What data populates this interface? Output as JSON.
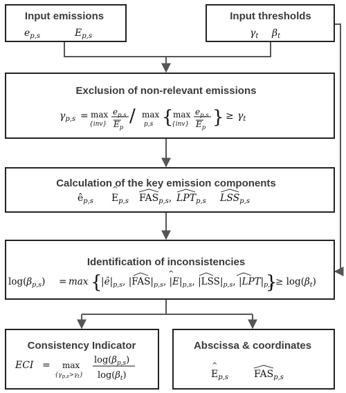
{
  "colors": {
    "box_border": "#222222",
    "arrow": "#555555",
    "title_text": "#3a3a3a",
    "math_text": "#111111",
    "background": "#ffffff"
  },
  "input_emissions": {
    "title": "Input emissions",
    "formula": "e_{p,s}     E_{p,s}"
  },
  "input_thresholds": {
    "title": "Input thresholds",
    "formula": "γ_t     β_t"
  },
  "exclusion": {
    "title": "Exclusion of non-relevant emissions",
    "formula": "γ_{p,s} = max_{inv} (e_{p,s}/E̅_p) / max_{p,s} { max_{inv} (e_{p,s}/E̅_p) } ≥ γ_t"
  },
  "calculation": {
    "title": "Calculation of the key emission components",
    "formula": "ê_{p,s}   Ê_{p,s}   FÂS_{p,s}, LP̂T_{p,s}   LŜS_{p,s}"
  },
  "identification": {
    "title": "Identification of inconsistencies",
    "formula": "log(β_{p,s}) = max{ |ê|_{p,s}, |FÂS|_{p,s}, |Ê|_{p,s}, |LŜS|_{p,s}, |LP̂T|_{p,s} } ≥ log(β_t)"
  },
  "consistency": {
    "title": "Consistency Indicator",
    "formula": "ECI = max_{γ_{p,s} > γ_t} log(β_{p,s}) / log(β_t)"
  },
  "abscissa": {
    "title": "Abscissa & coordinates",
    "formula": "Ê_{p,s}   FÂS_{p,s}"
  }
}
